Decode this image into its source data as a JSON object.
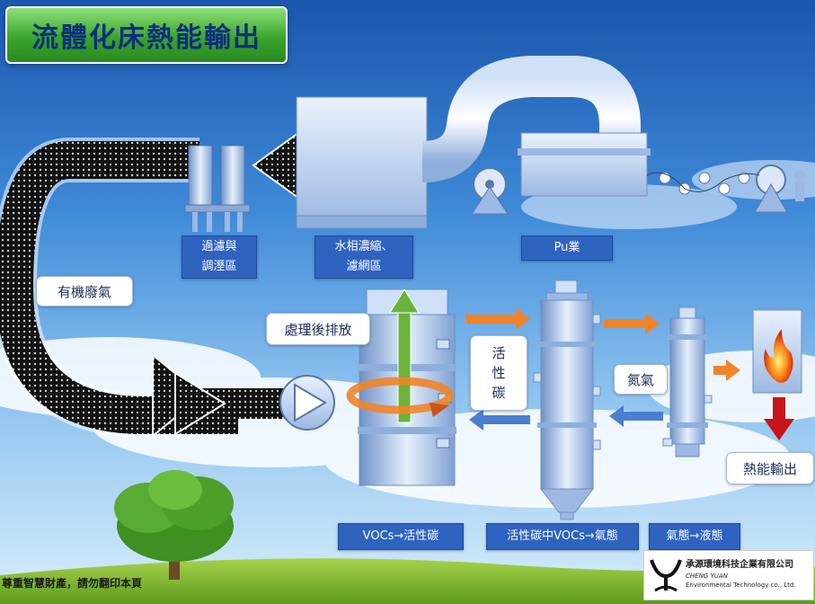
{
  "title": "流體化床熱能輸出",
  "labels": {
    "filter_area": "過濾與\n調溼區",
    "water_phase": "水相濃縮、\n濾網區",
    "pu_industry": "Pu業",
    "organic_waste_gas": "有機廢氣",
    "treated_exhaust": "處理後排放",
    "activated_carbon": "活\n性\n碳",
    "nitrogen": "氮氣",
    "heat_output": "熱能輸出",
    "step_voc_to_carbon": "VOCs→活性碳",
    "step_carbon_to_gas": "活性碳中VOCs→氣態",
    "step_gas_to_liquid": "氣態→液態"
  },
  "footer": {
    "copyright": "尊重智慧財產，請勿翻印本頁"
  },
  "company": {
    "name_cn": "承源環境科技企業有限公司",
    "name_en_1": "CHENG YUAN",
    "name_en_2": "Environmental Technology co., Ltd."
  },
  "colors": {
    "sky_top": "#1f5fb4",
    "title_green": "#3aa52b",
    "label_blue": "#2f63c0",
    "arrow_orange": "#f0842a",
    "arrow_blue": "#4a7fd0",
    "arrow_red": "#c8141b",
    "arrow_green": "#6ab43a",
    "equipment": "#a9c3ea"
  }
}
